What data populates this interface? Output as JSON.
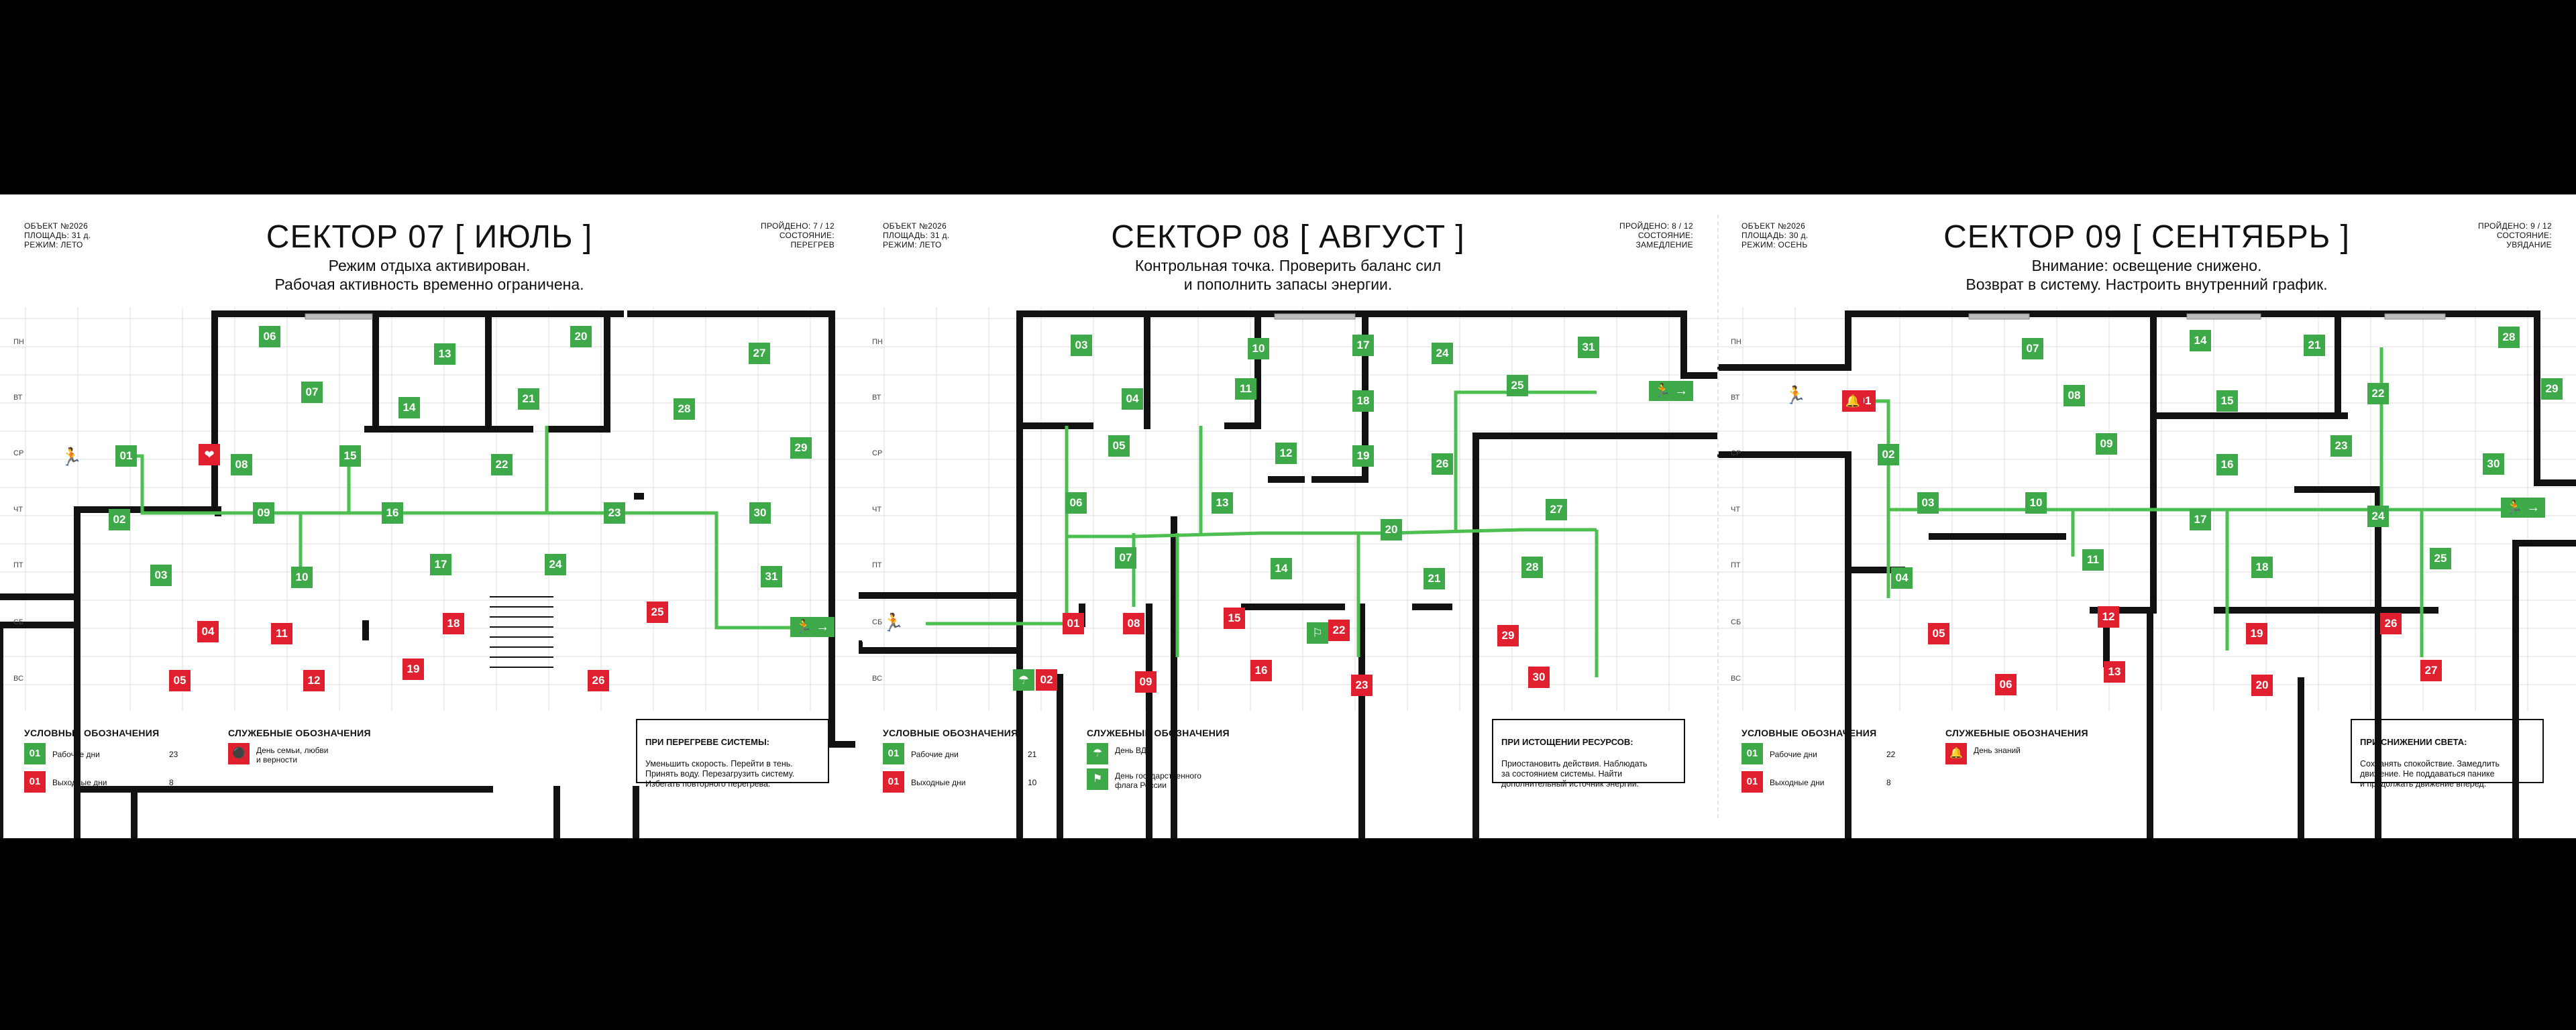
{
  "colors": {
    "work": "#3ea948",
    "off": "#e0202f",
    "wall": "#111111",
    "grid": "#dedede",
    "path": "#4cbf50"
  },
  "icons": {
    "exit": "exit-arrow-icon",
    "runner": "running-man-icon",
    "family": "family-icon",
    "parachute": "parachute-icon",
    "flag": "flag-icon",
    "bell": "bell-icon"
  },
  "days": [
    "ПН",
    "ВТ",
    "СР",
    "ЧТ",
    "ПТ",
    "СБ",
    "ВС"
  ],
  "panels": [
    {
      "meta_left": [
        "ОБЪЕКТ №2026",
        "ПЛОЩАДЬ: 31 д.",
        "РЕЖИМ: ЛЕТО"
      ],
      "meta_right": [
        "ПРОЙДЕНО: 7 / 12",
        "СОСТОЯНИЕ:",
        "ПЕРЕГРЕВ"
      ],
      "title": "СЕКТОР 07 [ ИЮЛЬ ]",
      "subtitle": [
        "Режим отдыха активирован.",
        "Рабочая активность временно ограничена."
      ],
      "legend_title": "УСЛОВНЫЕ ОБОЗНАЧЕНИЯ",
      "legend": [
        {
          "code": "01",
          "kind": "work",
          "label": "Рабочие дни",
          "count": "23"
        },
        {
          "code": "01",
          "kind": "off",
          "label": "Выходные дни",
          "count": "8"
        }
      ],
      "service_title": "СЛУЖЕБНЫЕ ОБОЗНАЧЕНИЯ",
      "service": [
        {
          "icon": "family-icon",
          "color": "red",
          "label": "День семьи, любви\nи верности"
        }
      ],
      "info_title": "ПРИ ПЕРЕГРЕВЕ СИСТЕМЫ:",
      "info_text": "Уменьшить скорость. Перейти в тень.\nПринять воду. Перезагрузить систему.\nИзбегать повторного перегрева."
    },
    {
      "meta_left": [
        "ОБЪЕКТ №2026",
        "ПЛОЩАДЬ: 31 д.",
        "РЕЖИМ: ЛЕТО"
      ],
      "meta_right": [
        "ПРОЙДЕНО: 8 / 12",
        "СОСТОЯНИЕ:",
        "ЗАМЕДЛЕНИЕ"
      ],
      "title": "СЕКТОР 08 [ АВГУСТ ]",
      "subtitle": [
        "Контрольная точка. Проверить баланс сил",
        "и пополнить запасы энергии."
      ],
      "legend_title": "УСЛОВНЫЕ ОБОЗНАЧЕНИЯ",
      "legend": [
        {
          "code": "01",
          "kind": "work",
          "label": "Рабочие дни",
          "count": "21"
        },
        {
          "code": "01",
          "kind": "off",
          "label": "Выходные дни",
          "count": "10"
        }
      ],
      "service_title": "СЛУЖЕБНЫЕ ОБОЗНАЧЕНИЯ",
      "service": [
        {
          "icon": "parachute-icon",
          "color": "green",
          "label": "День ВДВ"
        },
        {
          "icon": "flag-icon",
          "color": "green",
          "label": "День государственного\nфлага России"
        }
      ],
      "info_title": "ПРИ ИСТОЩЕНИИ РЕСУРСОВ:",
      "info_text": "Приостановить действия. Наблюдать\nза состоянием системы. Найти\nдополнительный источник энергии."
    },
    {
      "meta_left": [
        "ОБЪЕКТ №2026",
        "ПЛОЩАДЬ: 30 д.",
        "РЕЖИМ: ОСЕНЬ"
      ],
      "meta_right": [
        "ПРОЙДЕНО: 9 / 12",
        "СОСТОЯНИЕ:",
        "УВЯДАНИЕ"
      ],
      "title": "СЕКТОР 09 [ СЕНТЯБРЬ ]",
      "subtitle": [
        "Внимание: освещение снижено.",
        "Возврат в систему. Настроить внутренний график."
      ],
      "legend_title": "УСЛОВНЫЕ ОБОЗНАЧЕНИЯ",
      "legend": [
        {
          "code": "01",
          "kind": "work",
          "label": "Рабочие дни",
          "count": "22"
        },
        {
          "code": "01",
          "kind": "off",
          "label": "Выходные дни",
          "count": "8"
        }
      ],
      "service_title": "СЛУЖЕБНЫЕ ОБОЗНАЧЕНИЯ",
      "service": [
        {
          "icon": "bell-icon",
          "color": "red",
          "label": "День знаний"
        }
      ],
      "info_title": "ПРИ СНИЖЕНИИ СВЕТА:",
      "info_text": "Сохранять спокойствие. Замедлить\nдвижение. Не поддаваться панике\nи продолжать движение вперед."
    }
  ],
  "rooms": [
    [
      "01",
      "work"
    ],
    [
      "02",
      "work"
    ],
    [
      "03",
      "work"
    ],
    [
      "04",
      "off"
    ],
    [
      "05",
      "off"
    ],
    [
      "06",
      "work"
    ],
    [
      "07",
      "work"
    ],
    [
      "08",
      "work"
    ],
    [
      "09",
      "work"
    ],
    [
      "10",
      "work"
    ],
    [
      "11",
      "off"
    ],
    [
      "12",
      "off"
    ],
    [
      "13",
      "work"
    ],
    [
      "14",
      "work"
    ],
    [
      "15",
      "work"
    ],
    [
      "16",
      "work"
    ],
    [
      "17",
      "work"
    ],
    [
      "18",
      "off"
    ],
    [
      "19",
      "off"
    ],
    [
      "20",
      "work"
    ],
    [
      "21",
      "work"
    ],
    [
      "22",
      "work"
    ],
    [
      "23",
      "work"
    ],
    [
      "24",
      "work"
    ],
    [
      "25",
      "off"
    ],
    [
      "26",
      "off"
    ],
    [
      "27",
      "work"
    ],
    [
      "28",
      "work"
    ],
    [
      "29",
      "work"
    ],
    [
      "30",
      "work"
    ],
    [
      "31",
      "work"
    ]
  ],
  "rooms_aug": [
    [
      "01",
      "off"
    ],
    [
      "02",
      "off"
    ],
    [
      "03",
      "work"
    ],
    [
      "04",
      "work"
    ],
    [
      "05",
      "work"
    ],
    [
      "06",
      "work"
    ],
    [
      "07",
      "work"
    ],
    [
      "08",
      "off"
    ],
    [
      "09",
      "off"
    ],
    [
      "10",
      "work"
    ],
    [
      "11",
      "work"
    ],
    [
      "12",
      "work"
    ],
    [
      "13",
      "work"
    ],
    [
      "14",
      "work"
    ],
    [
      "15",
      "off"
    ],
    [
      "16",
      "off"
    ],
    [
      "17",
      "work"
    ],
    [
      "18",
      "work"
    ],
    [
      "19",
      "work"
    ],
    [
      "20",
      "work"
    ],
    [
      "21",
      "work"
    ],
    [
      "22",
      "off"
    ],
    [
      "23",
      "off"
    ],
    [
      "24",
      "work"
    ],
    [
      "25",
      "work"
    ],
    [
      "26",
      "work"
    ],
    [
      "27",
      "work"
    ],
    [
      "28",
      "work"
    ],
    [
      "29",
      "off"
    ],
    [
      "30",
      "off"
    ],
    [
      "31",
      "work"
    ]
  ],
  "rooms_sep": [
    [
      "01",
      "off"
    ],
    [
      "02",
      "work"
    ],
    [
      "03",
      "work"
    ],
    [
      "04",
      "work"
    ],
    [
      "05",
      "off"
    ],
    [
      "06",
      "off"
    ],
    [
      "07",
      "work"
    ],
    [
      "08",
      "work"
    ],
    [
      "09",
      "work"
    ],
    [
      "10",
      "work"
    ],
    [
      "11",
      "work"
    ],
    [
      "12",
      "off"
    ],
    [
      "13",
      "off"
    ],
    [
      "14",
      "work"
    ],
    [
      "15",
      "work"
    ],
    [
      "16",
      "work"
    ],
    [
      "17",
      "work"
    ],
    [
      "18",
      "work"
    ],
    [
      "19",
      "off"
    ],
    [
      "20",
      "off"
    ],
    [
      "21",
      "work"
    ],
    [
      "22",
      "work"
    ],
    [
      "23",
      "work"
    ],
    [
      "24",
      "work"
    ],
    [
      "25",
      "work"
    ],
    [
      "26",
      "off"
    ],
    [
      "27",
      "off"
    ],
    [
      "28",
      "work"
    ],
    [
      "29",
      "work"
    ],
    [
      "30",
      "work"
    ]
  ]
}
